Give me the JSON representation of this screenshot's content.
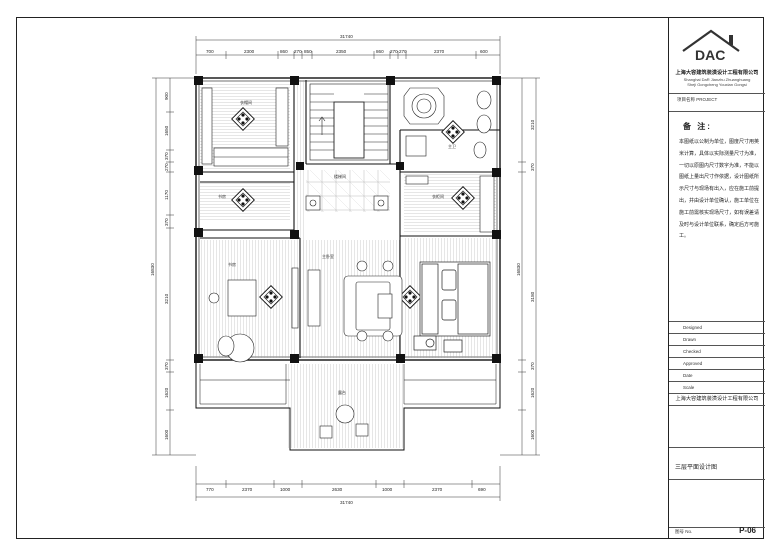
{
  "dimensions": {
    "top_total": "31740",
    "top_segments": [
      "700",
      "2300",
      "860",
      "270",
      "850",
      "2350",
      "860",
      "270",
      "270",
      "2370",
      "600"
    ],
    "bottom_total": "31740",
    "bottom_segments": [
      "770",
      "2370",
      "1000",
      "2630",
      "1000",
      "2370",
      "690"
    ],
    "left_segments": [
      "900",
      "1650",
      "370",
      "270",
      "1170",
      "370",
      "3210",
      "370",
      "1620",
      "1600"
    ],
    "left_total": "16830",
    "right_segments": [
      "3210",
      "370",
      "3180",
      "370",
      "1620",
      "1600"
    ],
    "right_total": "16830"
  },
  "rooms": {
    "dressing": "衣帽间",
    "bath": "主卫",
    "study_small": "书房",
    "closet": "衣柜间",
    "stair_hall": "楼梯间",
    "study": "书房",
    "master_bedroom": "主卧室",
    "balcony": "露台"
  },
  "titleblock": {
    "logo_text": "DAC",
    "company_cn": "上海大容建筑装潢设计工程有限公司",
    "company_en_1": "Shanghai DaR Jianzhu Zhuanghuang",
    "company_en_2": "Sheji Gongcheng Youxian Gongsi",
    "project_label": "项目名称 PROJECT",
    "notes_title": "备 注:",
    "notes_body": "本图纸以公制为单位，图度尺寸用英米计算，具体以实际测量尺寸为准，一切以原图内尺寸数字为准，不能以图纸上量出尺寸作依据，设计图纸所示尺寸与现场有出入，应在施工前提出，并由设计单位确认，施工单位在施工前需核实现场尺寸，如有误差请及时与设计单位联系，确定后方可施工。",
    "field_rows": [
      "Designed",
      "Drawn",
      "Checked",
      "Approved",
      "Date",
      "Scale"
    ],
    "company_repeat": "上海大容建筑装潢设计工程有限公司",
    "drawing_title": "三层平面设计图",
    "sheet_label": "图号 No.",
    "sheet_no": "P-06"
  }
}
